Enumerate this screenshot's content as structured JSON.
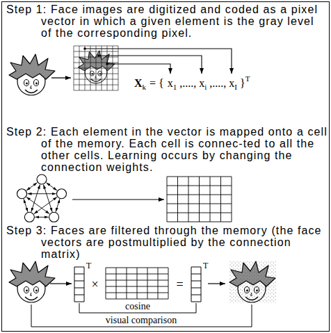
{
  "diagram": {
    "nodes": [
      {
        "text": [
          "Step 1: Face images are digitized and coded as a pixel vector in which a given element is the gray level of the corresponding pixel.",
          "Step 2: Each element in the vector is mapped onto a cell of the memory. Each cell is connec-ted to all the other cells. Learning occurs by changing the connection weights.",
          "Step 3: Faces are filtered through the memory (the face vectors are postmultiplied by the connection matrix)"
        ]
      }
    ],
    "labels": [
      "X",
      "k",
      "= {",
      "x",
      "1",
      ",....,",
      "x",
      "i",
      ",....,",
      "x",
      "I",
      "}",
      "T",
      "T",
      "×",
      "=",
      "T",
      "cosine",
      "visual comparison"
    ]
  }
}
